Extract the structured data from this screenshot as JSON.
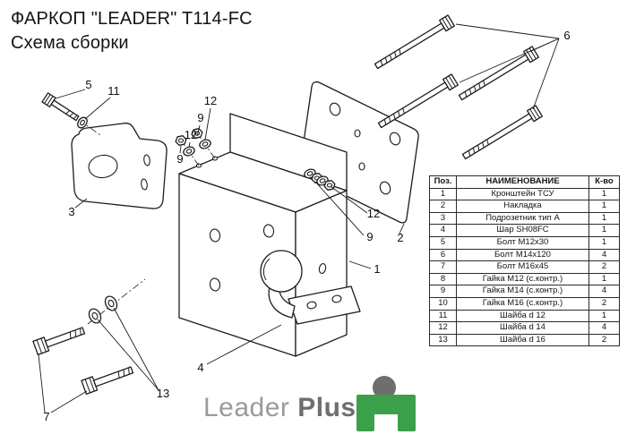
{
  "title": {
    "line1": "ФАРКОП \"LEADER\" T114-FC",
    "line2": "Схема сборки"
  },
  "diagram": {
    "labels": {
      "p1": "1",
      "p2": "2",
      "p3": "3",
      "p4": "4",
      "p5": "5",
      "p6": "6",
      "p7": "7",
      "p9": "9",
      "p11": "11",
      "p12": "12",
      "p13": "13"
    }
  },
  "table": {
    "headers": [
      "Поз.",
      "НАИМЕНОВАНИЕ",
      "К-во"
    ],
    "rows": [
      [
        "1",
        "Кронштейн ТСУ",
        "1"
      ],
      [
        "2",
        "Накладка",
        "1"
      ],
      [
        "3",
        "Подрозетник тип А",
        "1"
      ],
      [
        "4",
        "Шар SH08FC",
        "1"
      ],
      [
        "5",
        "Болт М12х30",
        "1"
      ],
      [
        "6",
        "Болт М14х120",
        "4"
      ],
      [
        "7",
        "Болт М16х45",
        "2"
      ],
      [
        "8",
        "Гайка М12 (с.контр.)",
        "1"
      ],
      [
        "9",
        "Гайка М14 (с.контр.)",
        "4"
      ],
      [
        "10",
        "Гайка М16 (с.контр.)",
        "2"
      ],
      [
        "11",
        "Шайба d 12",
        "1"
      ],
      [
        "12",
        "Шайба d 14",
        "4"
      ],
      [
        "13",
        "Шайба d 16",
        "2"
      ]
    ]
  },
  "logo": {
    "brand_regular": "Leader",
    "brand_bold": "Plus"
  },
  "colors": {
    "line": "#1c1c1c",
    "logo_green": "#3aa04a",
    "logo_ball_gray": "#6e6e6e"
  }
}
